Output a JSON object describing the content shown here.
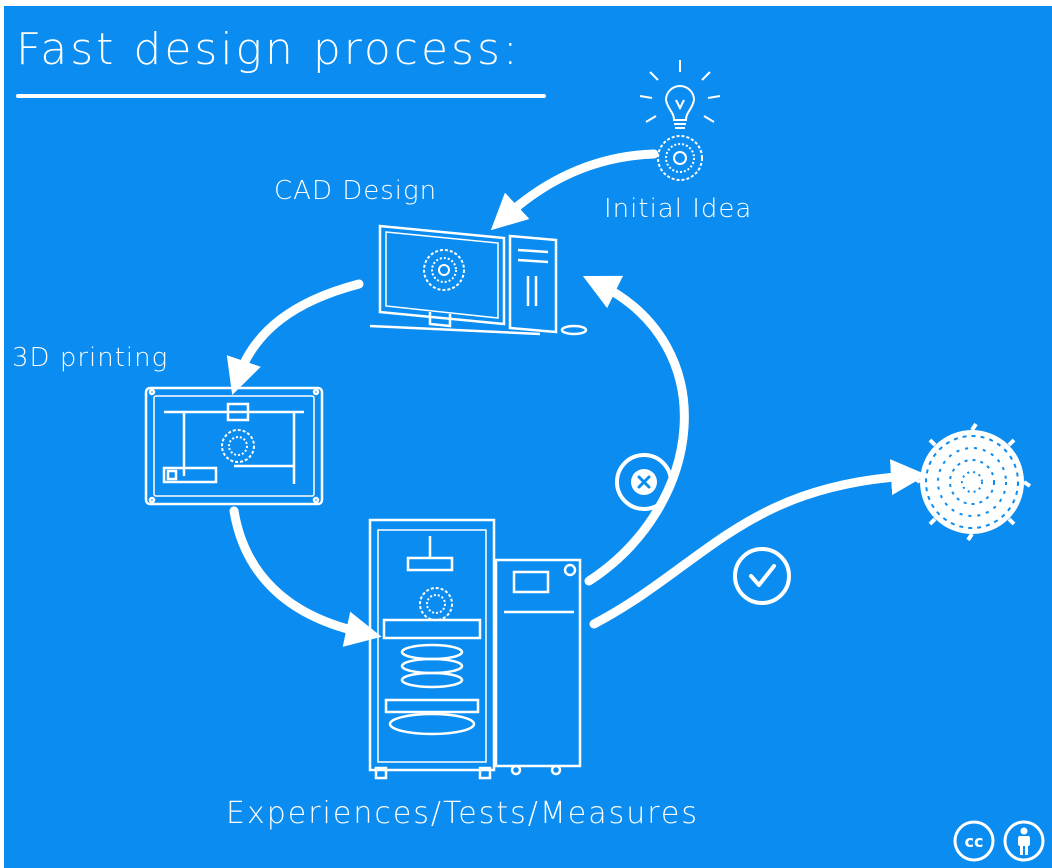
{
  "title": "Fast design process:",
  "nodes": {
    "cad": "CAD Design",
    "printing": "3D printing",
    "idea": "Initial Idea",
    "tests": "Experiences/Tests/Measures"
  },
  "icons": {
    "cc": "cc",
    "fail": "x-circle-icon",
    "success": "check-circle-icon"
  },
  "colors": {
    "background": "#0a8cf0",
    "foreground": "#ffffff"
  }
}
